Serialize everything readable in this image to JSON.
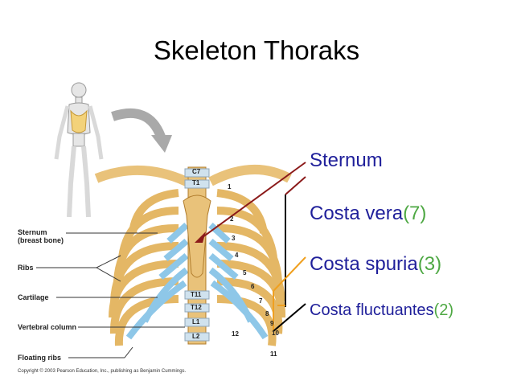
{
  "title": "Skeleton Thoraks",
  "figure_labels": {
    "sternum": "Sternum",
    "breast_bone": "(breast bone)",
    "ribs": "Ribs",
    "cartilage": "Cartilage",
    "vertebral_column": "Vertebral column",
    "floating_ribs": "Floating ribs"
  },
  "rib_numbers": [
    "1",
    "2",
    "3",
    "4",
    "5",
    "6",
    "7",
    "8",
    "9",
    "10",
    "11",
    "12"
  ],
  "vertebra_labels": [
    "C7",
    "T1",
    "T11",
    "T12",
    "L1",
    "L2"
  ],
  "copyright": "Copyright © 2003 Pearson Education, Inc., publishing as Benjamin Cummings.",
  "terms": [
    {
      "label": "Sternum",
      "count": ""
    },
    {
      "label": "Costa vera",
      "count": "(7)"
    },
    {
      "label": "Costa spuria",
      "count": "(3)"
    },
    {
      "label": "Costa fluctuantes",
      "count": "(2)"
    }
  ],
  "colors": {
    "bone": "#e9c27a",
    "bone_dark": "#b07c2c",
    "cartilage": "#8ec7e8",
    "bracket_black": "#000000",
    "bracket_orange": "#f0a020",
    "arrow_red": "#8b1a1a",
    "term_text": "#1f1f9a",
    "term_count": "#4ea843"
  }
}
